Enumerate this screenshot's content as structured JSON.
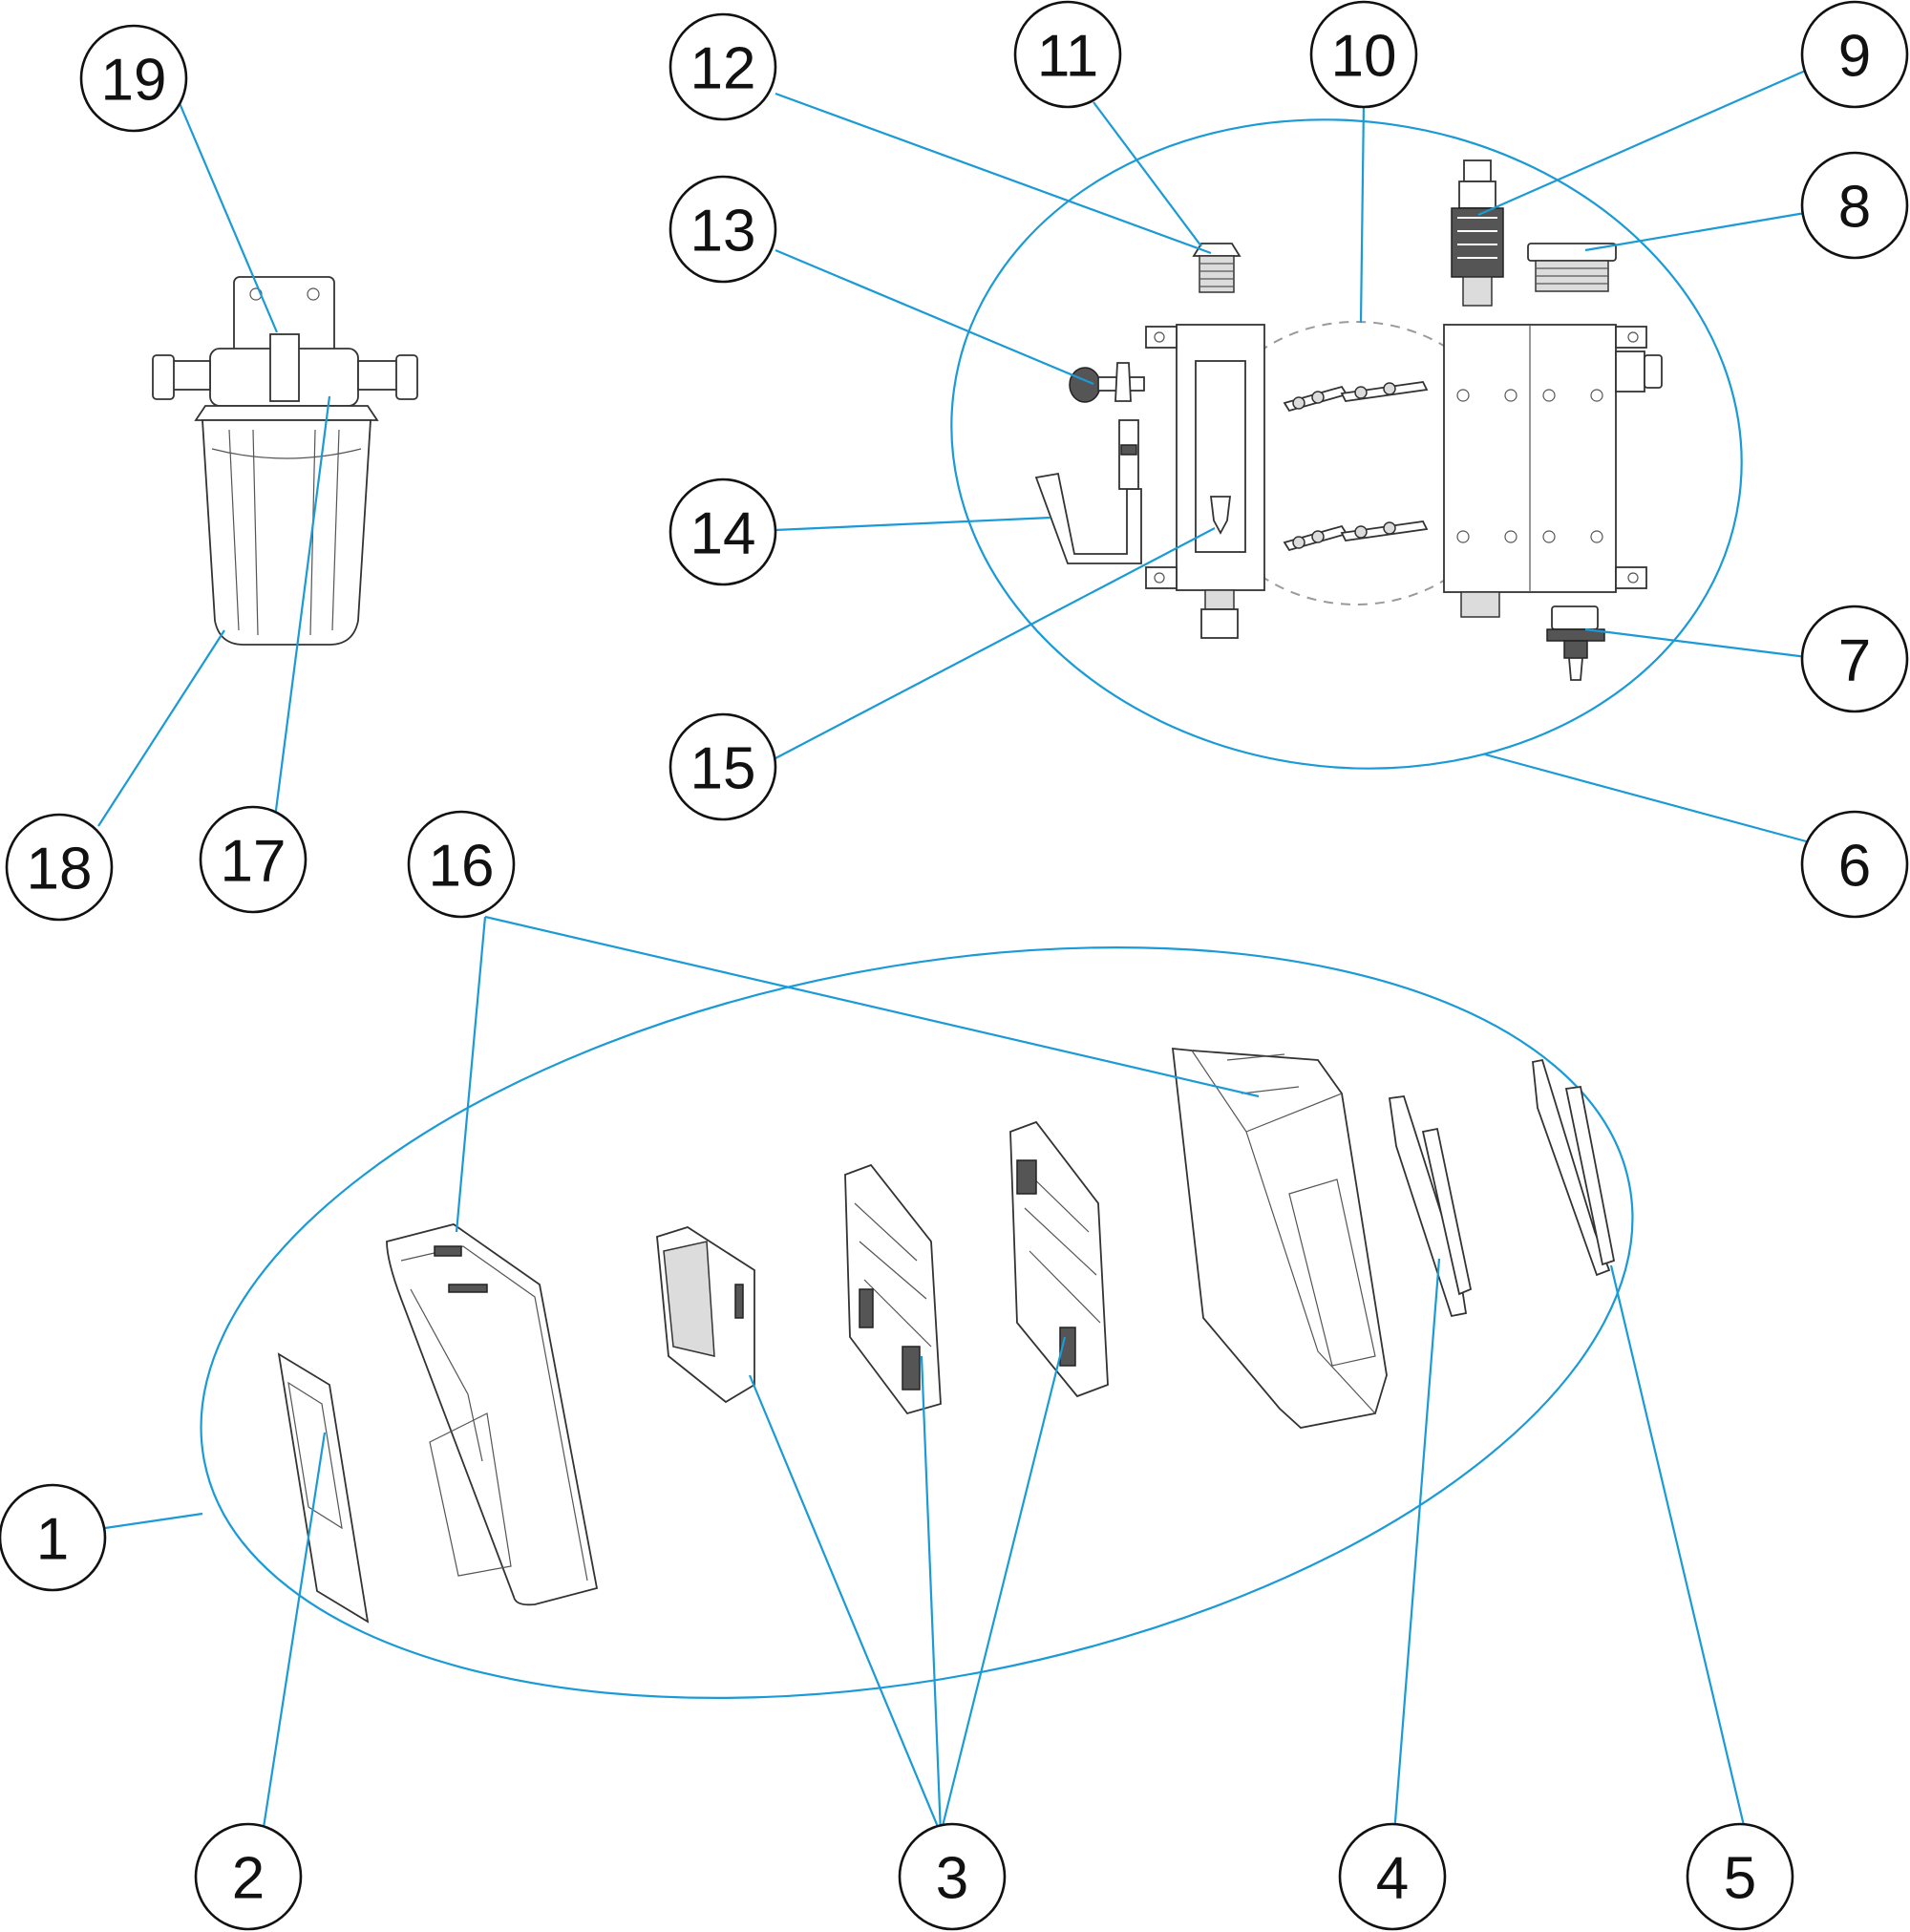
{
  "diagram": {
    "type": "exploded-parts-view",
    "callouts": [
      {
        "id": "c1",
        "label": "1"
      },
      {
        "id": "c2",
        "label": "2"
      },
      {
        "id": "c3",
        "label": "3"
      },
      {
        "id": "c4",
        "label": "4"
      },
      {
        "id": "c5",
        "label": "5"
      },
      {
        "id": "c6",
        "label": "6"
      },
      {
        "id": "c7",
        "label": "7"
      },
      {
        "id": "c8",
        "label": "8"
      },
      {
        "id": "c9",
        "label": "9"
      },
      {
        "id": "c10",
        "label": "10"
      },
      {
        "id": "c11",
        "label": "11"
      },
      {
        "id": "c12",
        "label": "12"
      },
      {
        "id": "c13",
        "label": "13"
      },
      {
        "id": "c14",
        "label": "14"
      },
      {
        "id": "c15",
        "label": "15"
      },
      {
        "id": "c16",
        "label": "16"
      },
      {
        "id": "c17",
        "label": "17"
      },
      {
        "id": "c18",
        "label": "18"
      },
      {
        "id": "c19",
        "label": "19"
      }
    ],
    "colors": {
      "leader_line": "#1a9ad6",
      "callout_stroke": "#111111",
      "part_stroke": "#333333",
      "background": "#ffffff"
    }
  }
}
